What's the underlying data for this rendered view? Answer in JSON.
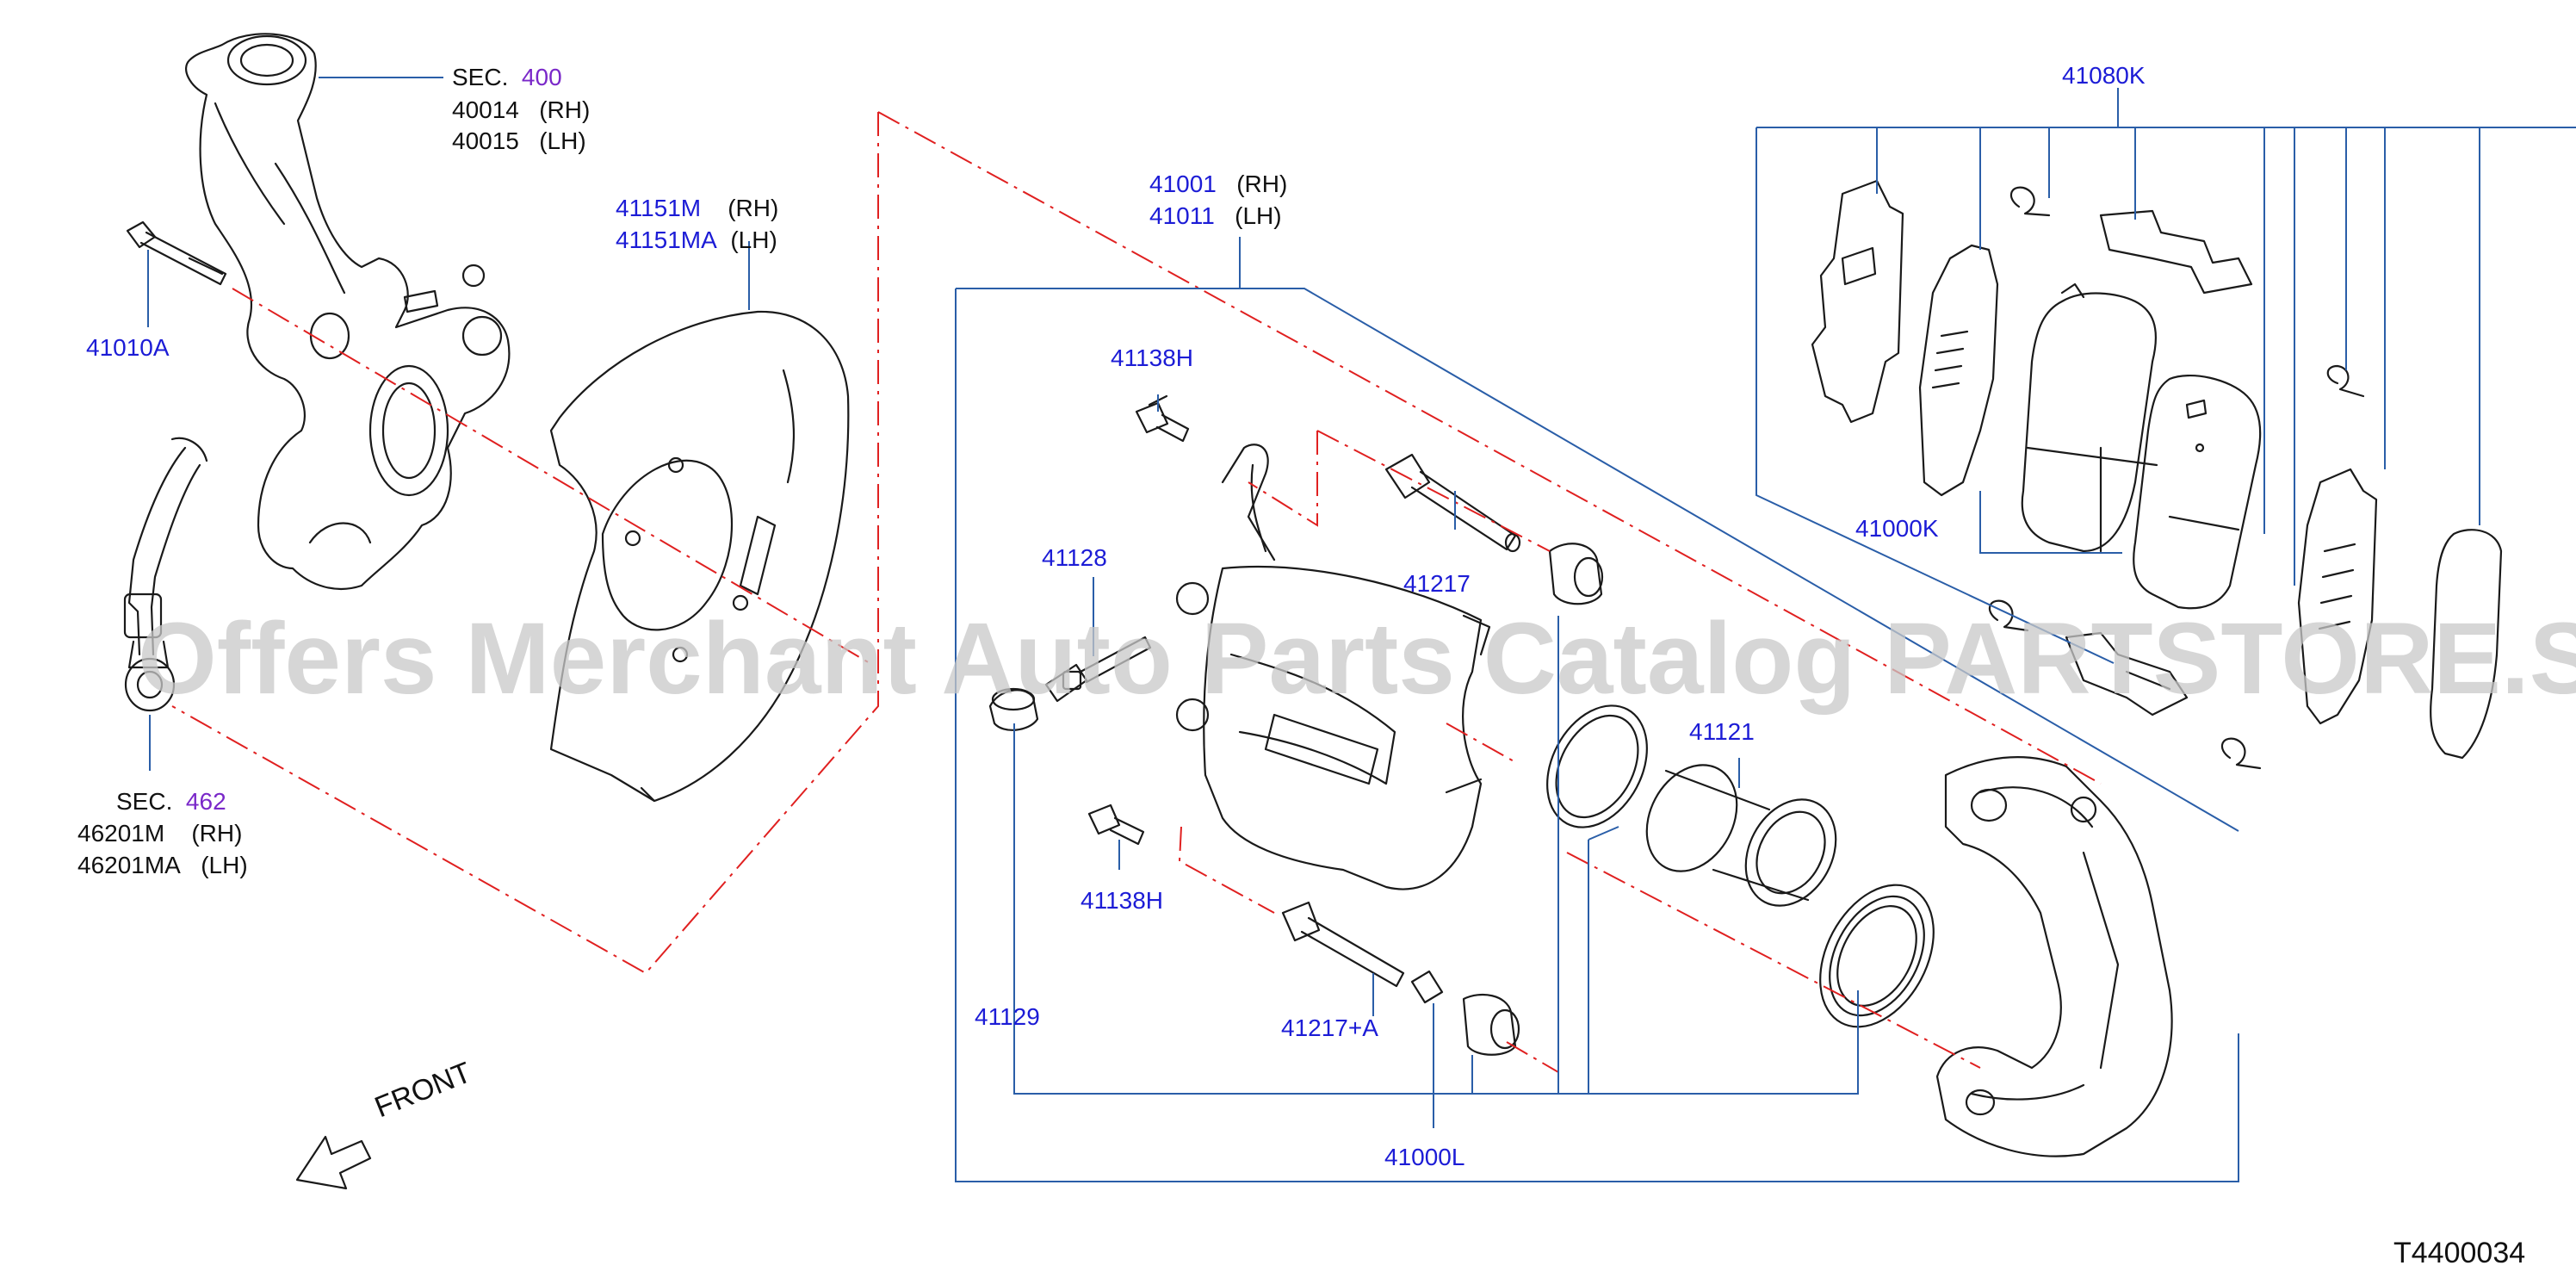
{
  "watermark": "Offers Merchant Auto Parts Catalog PARTSTORE.SA",
  "front_label": "FRONT",
  "sheet_id": "T4400034",
  "sec400": {
    "prefix": "SEC.",
    "num": "400",
    "l1": "40014",
    "l1s": "(RH)",
    "l2": "40015",
    "l2s": "(LH)"
  },
  "sec462": {
    "prefix": "SEC.",
    "num": "462",
    "l1": "46201M",
    "l1s": "(RH)",
    "l2": "46201MA",
    "l2s": "(LH)"
  },
  "p41151": {
    "l1": "41151M",
    "l1s": "(RH)",
    "l2": "41151MA",
    "l2s": "(LH)"
  },
  "p41001": {
    "l1": "41001",
    "l1s": "(RH)",
    "l2": "41011",
    "l2s": "(LH)"
  },
  "parts": {
    "p41010A": "41010A",
    "p41138H_top": "41138H",
    "p41128": "41128",
    "p41217": "41217",
    "p41121": "41121",
    "p41138H_bot": "41138H",
    "p41129": "41129",
    "p41217A": "41217+A",
    "p41000L": "41000L",
    "p41080K": "41080K",
    "p41000K": "41000K"
  },
  "colors": {
    "part_number": "#1c1cd6",
    "section_number": "#7a28c9",
    "leader": "#2a5ea8",
    "dash": "#e02020",
    "ink": "#1a1a1a"
  }
}
